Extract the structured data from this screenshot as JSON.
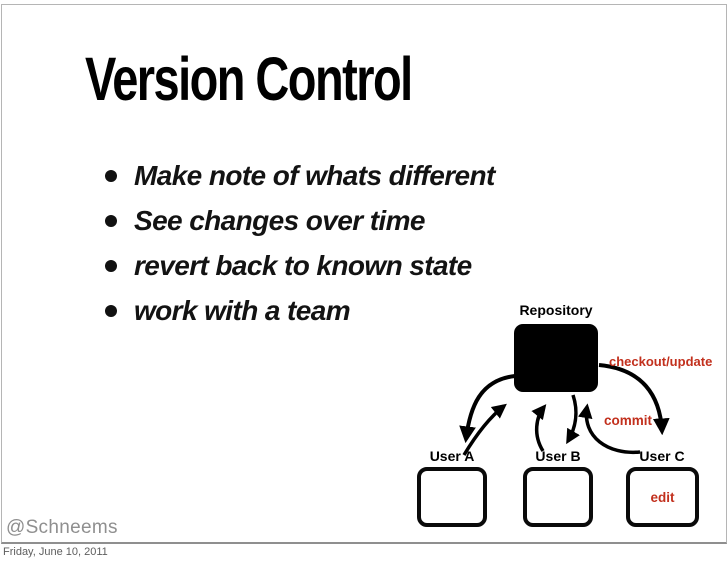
{
  "colors": {
    "label_red": "#c2301d",
    "frame_gray": "#b5b5b5",
    "footer_gray": "#8f8f8f",
    "arrow_black": "#000000"
  },
  "slide": {
    "title": "Version Control",
    "bullets": [
      "Make note of whats different",
      "See changes over time",
      "revert back to known state",
      "work with a team"
    ],
    "footer_handle": "@Schneems"
  },
  "diagram": {
    "repository_label": "Repository",
    "users": [
      "User A",
      "User B",
      "User C"
    ],
    "label_checkout": "checkout/update",
    "label_commit": "commit",
    "label_edit": "edit"
  },
  "status_bar": {
    "caption": "Friday, June 10, 2011"
  }
}
